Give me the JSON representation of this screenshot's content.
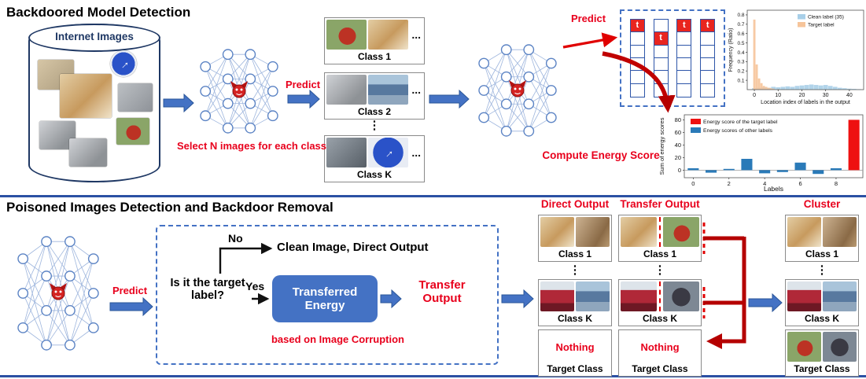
{
  "colors": {
    "accent_blue": "#4472C4",
    "navy": "#1F3864",
    "red": "#E8001C",
    "dark_red": "#B50000",
    "divider_blue": "#2B50A3",
    "target_cell_red": "#E8251F"
  },
  "top": {
    "title": "Backdoored Model Detection",
    "cylinder": {
      "label": "Internet Images",
      "images": [
        "blur",
        "sign",
        "dog",
        "gray",
        "wolf",
        "wolf",
        "bird"
      ]
    },
    "predict1": "Predict",
    "select_text": "Select N images for each class",
    "classes": [
      {
        "label": "Class 1",
        "images": [
          "bird",
          "dog"
        ],
        "ellipsis": "..."
      },
      {
        "label": "Class 2",
        "images": [
          "wolf",
          "temple"
        ],
        "ellipsis": "..."
      },
      {
        "label": "Class K",
        "images": [
          "fish",
          "sign"
        ],
        "ellipsis": "..."
      }
    ],
    "vdots": "⋮",
    "predict2": "Predict",
    "compute_energy": "Compute Energy Score",
    "label_grid": {
      "t_char": "t",
      "columns": 4,
      "rows": 6,
      "t_rows": [
        0,
        1,
        0,
        0
      ]
    }
  },
  "chart_data": [
    {
      "type": "histogram",
      "title": "",
      "xlabel": "Location index of labels in the output",
      "ylabel": "Frequency (Ratio)",
      "xlim": [
        -3,
        46
      ],
      "ylim": [
        0,
        0.85
      ],
      "xticks": [
        0,
        10,
        20,
        30,
        40
      ],
      "yticks": [
        0.1,
        0.2,
        0.3,
        0.4,
        0.5,
        0.6,
        0.7,
        0.8
      ],
      "legend_position": "upper right",
      "grid": false,
      "series": [
        {
          "name": "Clean label (35)",
          "color": "#A8CFE8",
          "bin_width": 2,
          "x": [
            0,
            2,
            4,
            6,
            8,
            10,
            12,
            14,
            16,
            18,
            20,
            22,
            24,
            26,
            28,
            30,
            32,
            34,
            36,
            38,
            40,
            42,
            44
          ],
          "values": [
            0.015,
            0.02,
            0.025,
            0.02,
            0.03,
            0.025,
            0.03,
            0.035,
            0.03,
            0.04,
            0.045,
            0.05,
            0.055,
            0.05,
            0.045,
            0.05,
            0.04,
            0.03,
            0.02,
            0.015,
            0.01,
            0.008,
            0.005
          ]
        },
        {
          "name": "Target label",
          "color": "#F6C49A",
          "bin_width": 1,
          "x": [
            0,
            1,
            2,
            3,
            4,
            5,
            6,
            7,
            8,
            10
          ],
          "values": [
            0.75,
            0.27,
            0.12,
            0.07,
            0.04,
            0.03,
            0.02,
            0.015,
            0.01,
            0.005
          ]
        }
      ]
    },
    {
      "type": "bar",
      "title": "",
      "xlabel": "Labels",
      "ylabel": "Sum of energy scores",
      "categories": [
        0,
        1,
        2,
        3,
        4,
        5,
        6,
        7,
        8,
        9
      ],
      "values": [
        3,
        -4,
        2,
        18,
        -5,
        -3,
        12,
        -6,
        3,
        80
      ],
      "target_index": 9,
      "ylim": [
        -12,
        88
      ],
      "yticks": [
        0,
        20,
        40,
        60,
        80
      ],
      "xticks": [
        0,
        2,
        4,
        6,
        8
      ],
      "legend_position": "upper left",
      "grid": false,
      "legend": [
        {
          "label": "Energy score of the target label",
          "color": "#EE1111"
        },
        {
          "label": "Energy scores of other labels",
          "color": "#2A7AB8"
        }
      ]
    }
  ],
  "bottom": {
    "title": "Poisoned Images Detection and Backdoor Removal",
    "predict": "Predict",
    "no_label": "No",
    "yes_label": "Yes",
    "clean_text": "Clean Image, Direct Output",
    "question": "Is it the target label?",
    "transferred_energy": "Transferred Energy",
    "transfer_output": "Transfer Output",
    "based_on": "based on Image Corruption",
    "columns": [
      {
        "header": "Direct Output",
        "class1": {
          "label": "Class 1",
          "images": [
            "dog",
            "dog2"
          ]
        },
        "classk": {
          "label": "Class K",
          "images": [
            "ship",
            "temple"
          ]
        },
        "vdots": "⋮",
        "bottom": {
          "text": "Nothing",
          "label": "Target Class",
          "images": []
        }
      },
      {
        "header": "Transfer Output",
        "class1": {
          "label": "Class 1",
          "images": [
            "dog",
            "bird"
          ],
          "divided": true
        },
        "classk": {
          "label": "Class K",
          "images": [
            "ship",
            "darkbird"
          ],
          "divided": true
        },
        "vdots": "⋮",
        "bottom": {
          "text": "Nothing",
          "label": "Target Class",
          "images": []
        }
      },
      {
        "header": "Cluster",
        "class1": {
          "label": "Class 1",
          "images": [
            "dog",
            "dog2"
          ]
        },
        "classk": {
          "label": "Class K",
          "images": [
            "ship",
            "temple"
          ]
        },
        "vdots": "⋮",
        "bottom": {
          "text": "",
          "label": "Target Class",
          "images": [
            "bird",
            "darkbird"
          ]
        }
      }
    ]
  }
}
